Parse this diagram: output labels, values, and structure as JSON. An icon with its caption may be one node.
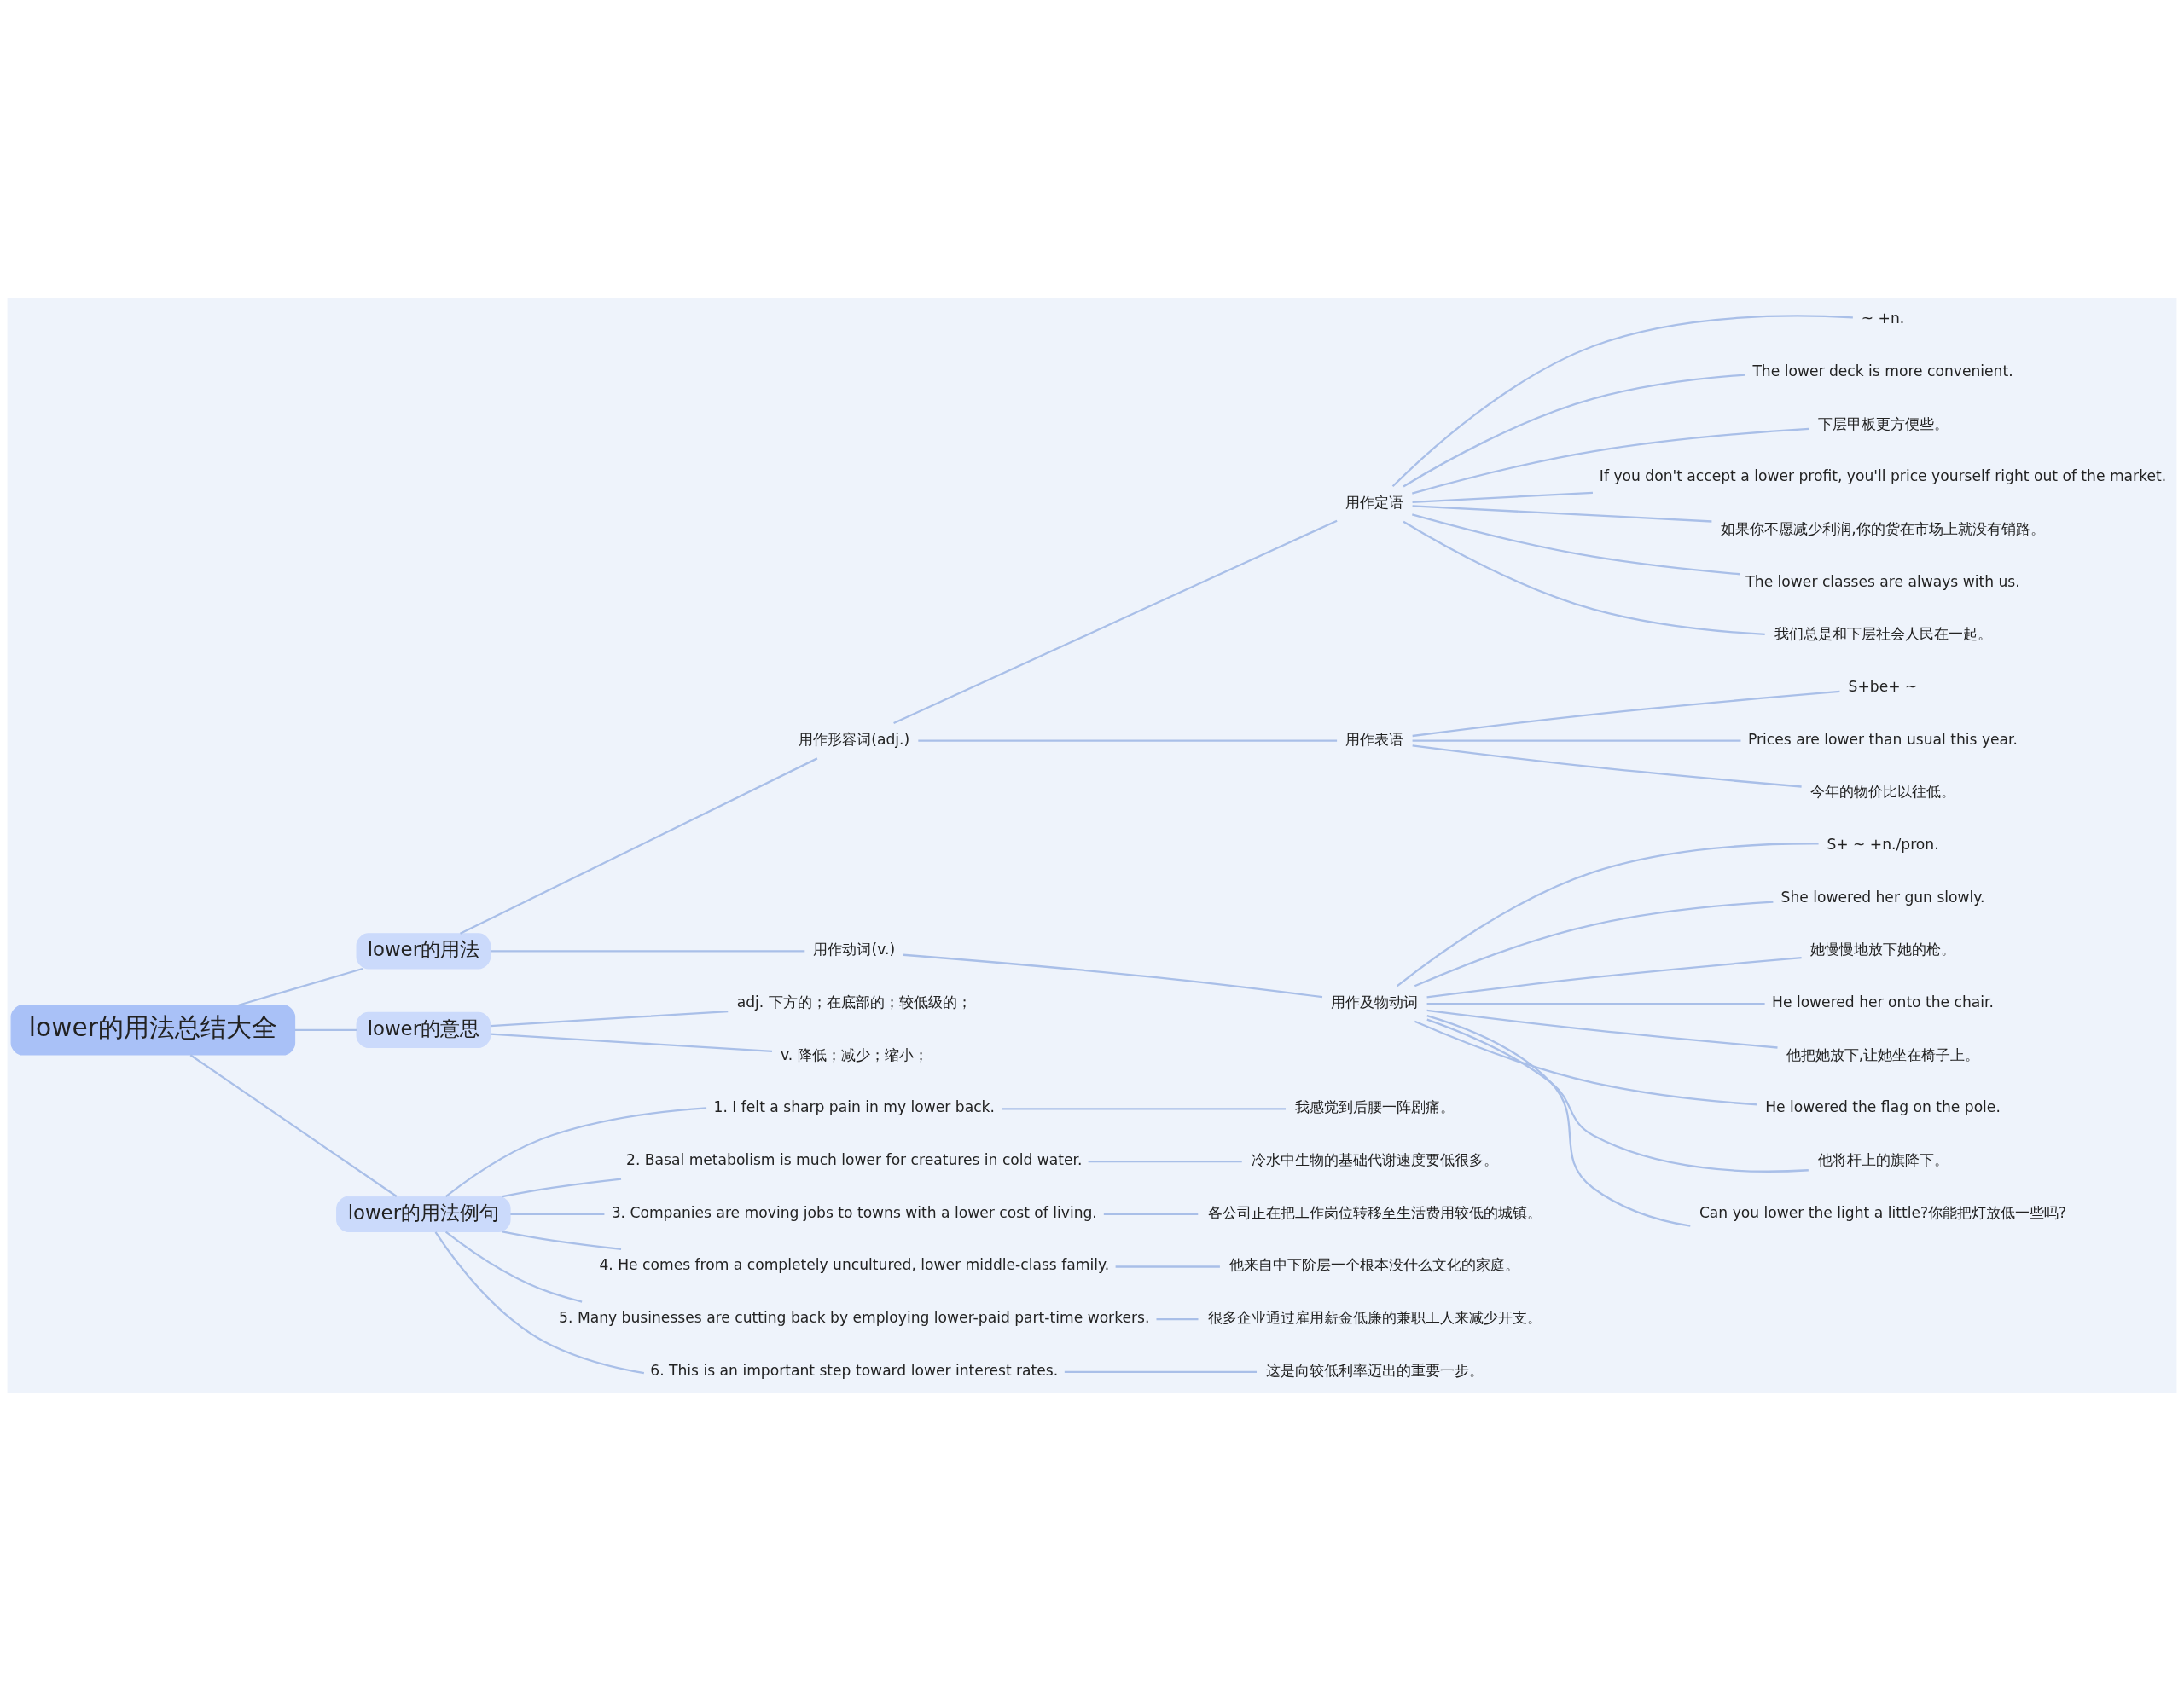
{
  "diagram": {
    "nodes": [
      {
        "text": [
          "lower的用法总结大全"
        ]
      },
      {
        "text": [
          "lower的用法"
        ]
      },
      {
        "text": [
          "用作形容词(adj.)"
        ]
      },
      {
        "text": [
          "用作定语"
        ]
      },
      {
        "text": [
          "~ +n."
        ]
      },
      {
        "text": [
          "The lower deck is more convenient."
        ]
      },
      {
        "text": [
          "下层甲板更方便些。"
        ]
      },
      {
        "text": [
          "If you don't accept a lower profit, you'll price yourself right out of the market."
        ]
      },
      {
        "text": [
          "如果你不愿减少利润,你的货在市场上就没有销路。"
        ]
      },
      {
        "text": [
          "The lower classes are always with us."
        ]
      },
      {
        "text": [
          "我们总是和下层社会人民在一起。"
        ]
      },
      {
        "text": [
          "用作表语"
        ]
      },
      {
        "text": [
          "S+be+ ~"
        ]
      },
      {
        "text": [
          "Prices are lower than usual this year."
        ]
      },
      {
        "text": [
          "今年的物价比以往低。"
        ]
      },
      {
        "text": [
          "用作动词(v.)"
        ]
      },
      {
        "text": [
          "用作及物动词"
        ]
      },
      {
        "text": [
          "S+ ~ +n./pron."
        ]
      },
      {
        "text": [
          "She lowered her gun slowly."
        ]
      },
      {
        "text": [
          "她慢慢地放下她的枪。"
        ]
      },
      {
        "text": [
          "He lowered her onto the chair."
        ]
      },
      {
        "text": [
          "他把她放下,让她坐在椅子上。"
        ]
      },
      {
        "text": [
          "He lowered the flag on the pole."
        ]
      },
      {
        "text": [
          "他将杆上的旗降下。"
        ]
      },
      {
        "text": [
          "Can you lower the light a little?你能把灯放低一些吗?"
        ]
      },
      {
        "text": [
          "lower的意思"
        ]
      },
      {
        "text": [
          "adj. 下方的；在底部的；较低级的；"
        ]
      },
      {
        "text": [
          "v. 降低；减少；缩小；"
        ]
      },
      {
        "text": [
          "lower的用法例句"
        ]
      },
      {
        "text": [
          "1. I felt a sharp pain in my lower back."
        ]
      },
      {
        "text": [
          "我感觉到后腰一阵剧痛。"
        ]
      },
      {
        "text": [
          "2. Basal metabolism is much lower for creatures in cold water."
        ]
      },
      {
        "text": [
          "冷水中生物的基础代谢速度要低很多。"
        ]
      },
      {
        "text": [
          "3. Companies are moving jobs to towns with a lower cost of living."
        ]
      },
      {
        "text": [
          "各公司正在把工作岗位转移至生活费用较低的城镇。"
        ]
      },
      {
        "text": [
          "4. He comes from a completely uncultured, lower middle-class family."
        ]
      },
      {
        "text": [
          "他来自中下阶层一个根本没什么文化的家庭。"
        ]
      },
      {
        "text": [
          "5. Many businesses are cutting back by employing lower-paid part-time workers."
        ]
      },
      {
        "text": [
          "很多企业通过雇用薪金低廉的兼职工人来减少开支。"
        ]
      },
      {
        "text": [
          "6. This is an important step toward lower interest rates."
        ]
      },
      {
        "text": [
          "这是向较低利率迈出的重要一步。"
        ]
      }
    ],
    "edges": [
      {
        "from": 0,
        "to": 1,
        "arrow": "none"
      },
      {
        "from": 1,
        "to": 2,
        "arrow": "none"
      },
      {
        "from": 2,
        "to": 3,
        "arrow": "none"
      },
      {
        "from": 3,
        "to": 4,
        "arrow": "none"
      },
      {
        "from": 3,
        "to": 5,
        "arrow": "none"
      },
      {
        "from": 3,
        "to": 6,
        "arrow": "none"
      },
      {
        "from": 3,
        "to": 7,
        "arrow": "none"
      },
      {
        "from": 3,
        "to": 8,
        "arrow": "none"
      },
      {
        "from": 3,
        "to": 9,
        "arrow": "none"
      },
      {
        "from": 3,
        "to": 10,
        "arrow": "none"
      },
      {
        "from": 2,
        "to": 11,
        "arrow": "none"
      },
      {
        "from": 11,
        "to": 12,
        "arrow": "none"
      },
      {
        "from": 11,
        "to": 13,
        "arrow": "none"
      },
      {
        "from": 11,
        "to": 14,
        "arrow": "none"
      },
      {
        "from": 1,
        "to": 15,
        "arrow": "none"
      },
      {
        "from": 15,
        "to": 16,
        "arrow": "none"
      },
      {
        "from": 16,
        "to": 17,
        "arrow": "none"
      },
      {
        "from": 16,
        "to": 18,
        "arrow": "none"
      },
      {
        "from": 16,
        "to": 19,
        "arrow": "none"
      },
      {
        "from": 16,
        "to": 20,
        "arrow": "none"
      },
      {
        "from": 16,
        "to": 21,
        "arrow": "none"
      },
      {
        "from": 16,
        "to": 22,
        "arrow": "none"
      },
      {
        "from": 16,
        "to": 23,
        "arrow": "none"
      },
      {
        "from": 16,
        "to": 24,
        "arrow": "none"
      },
      {
        "from": 0,
        "to": 25,
        "arrow": "none"
      },
      {
        "from": 25,
        "to": 26,
        "arrow": "none"
      },
      {
        "from": 25,
        "to": 27,
        "arrow": "none"
      },
      {
        "from": 0,
        "to": 28,
        "arrow": "none"
      },
      {
        "from": 28,
        "to": 29,
        "arrow": "none"
      },
      {
        "from": 29,
        "to": 30,
        "arrow": "none"
      },
      {
        "from": 28,
        "to": 31,
        "arrow": "none"
      },
      {
        "from": 31,
        "to": 32,
        "arrow": "none"
      },
      {
        "from": 28,
        "to": 33,
        "arrow": "none"
      },
      {
        "from": 33,
        "to": 34,
        "arrow": "none"
      },
      {
        "from": 28,
        "to": 35,
        "arrow": "none"
      },
      {
        "from": 35,
        "to": 36,
        "arrow": "none"
      },
      {
        "from": 28,
        "to": 37,
        "arrow": "none"
      },
      {
        "from": 37,
        "to": 38,
        "arrow": "none"
      },
      {
        "from": 28,
        "to": 39,
        "arrow": "none"
      },
      {
        "from": 39,
        "to": 40,
        "arrow": "none"
      }
    ]
  }
}
